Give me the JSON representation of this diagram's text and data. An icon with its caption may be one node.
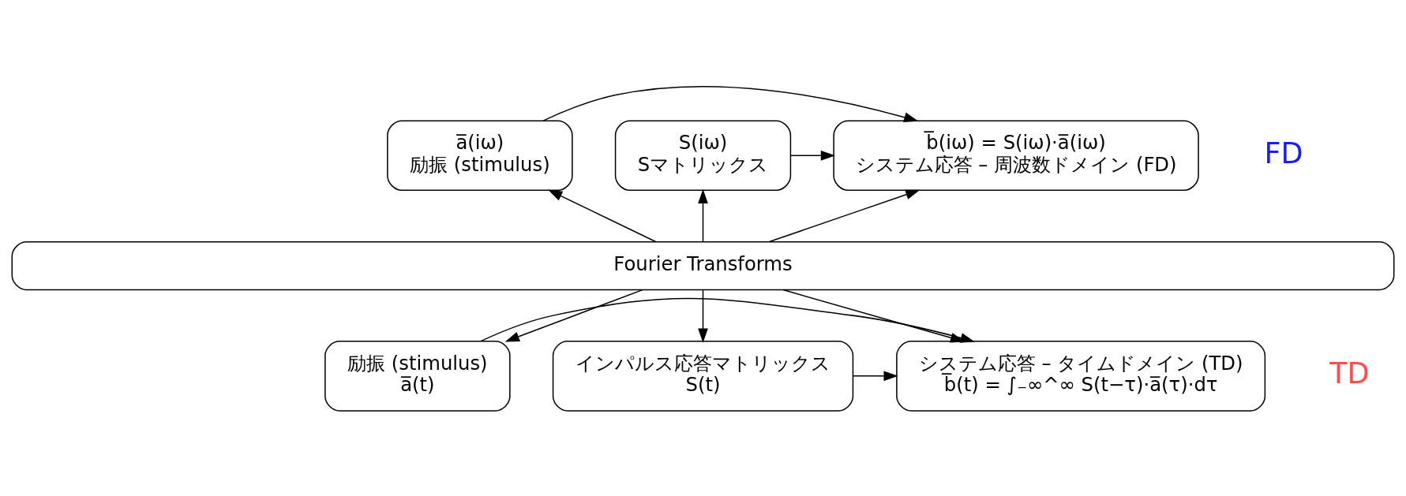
{
  "diagram": {
    "nodes": [
      {
        "text": [
          "a̅(iω)",
          "励振 (stimulus)"
        ]
      },
      {
        "text": [
          "S(iω)",
          "Sマトリックス"
        ]
      },
      {
        "text": [
          "b̅(iω) = S(iω)·a̅(iω)",
          "システム応答 – 周波数ドメイン (FD)"
        ]
      },
      {
        "text": [
          "Fourier Transforms"
        ]
      },
      {
        "text": [
          "励振 (stimulus)",
          "a̅(t)"
        ]
      },
      {
        "text": [
          "インパルス応答マトリックス",
          "S(t)"
        ]
      },
      {
        "text": [
          "システム応答 – タイムドメイン (TD)",
          "b̅(t) = ∫₋∞^∞ S(t−τ)·a̅(τ)·dτ"
        ]
      }
    ],
    "edges": [
      {
        "from": 0,
        "to": 2,
        "arrow": "to"
      },
      {
        "from": 1,
        "to": 2,
        "arrow": "to"
      },
      {
        "from": 3,
        "to": 0,
        "arrow": "to"
      },
      {
        "from": 3,
        "to": 1,
        "arrow": "to"
      },
      {
        "from": 3,
        "to": 2,
        "arrow": "to"
      },
      {
        "from": 3,
        "to": 4,
        "arrow": "to"
      },
      {
        "from": 3,
        "to": 5,
        "arrow": "to"
      },
      {
        "from": 3,
        "to": 6,
        "arrow": "to"
      },
      {
        "from": 5,
        "to": 6,
        "arrow": "to"
      },
      {
        "from": 4,
        "to": 6,
        "arrow": "to"
      }
    ],
    "labels": [
      "FD",
      "TD"
    ]
  }
}
